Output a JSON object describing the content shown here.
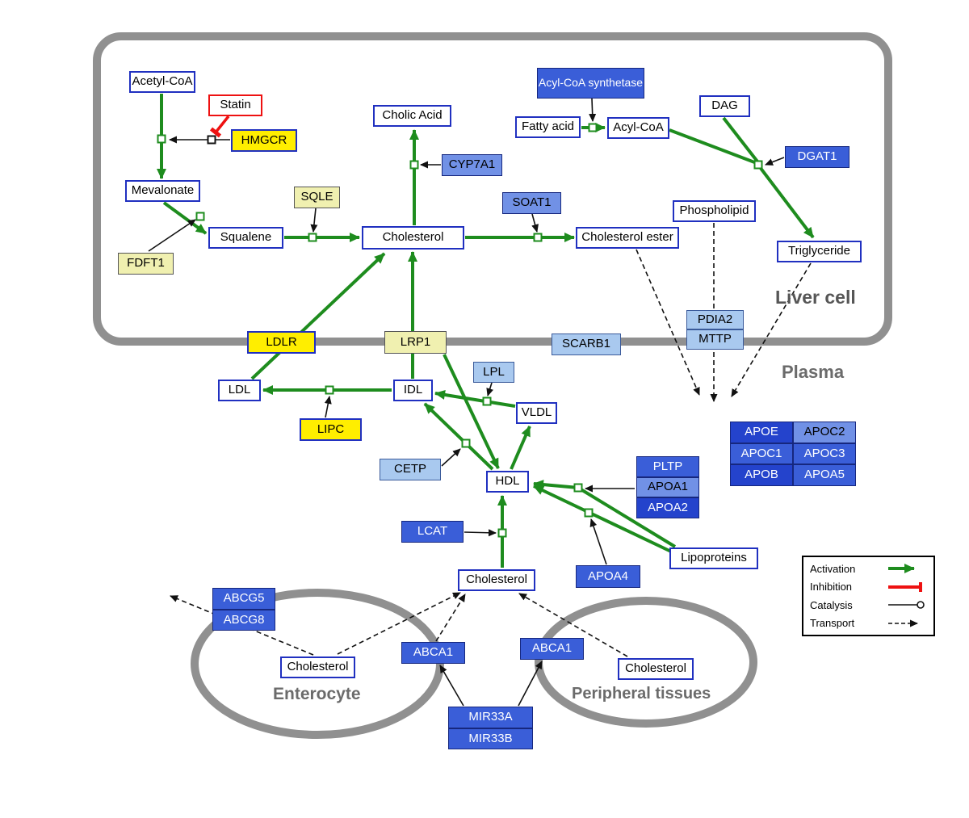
{
  "colors": {
    "activation_green": "#1e8c1e",
    "inhibition_red": "#ee1111",
    "gene_yellow": "#ffee00",
    "gene_pale_yellow": "#f0f0b0",
    "gene_blue_royal": "#3a5ed8",
    "gene_blue_dark": "#2443cc",
    "gene_blue_medium": "#7191e6",
    "gene_blue_light": "#a9c9ef",
    "metabolite_border_blue": "#2030c0",
    "compartment_gray": "#909090"
  },
  "compartments": {
    "liver_label": "Liver cell",
    "plasma_label": "Plasma",
    "enterocyte_label": "Enterocyte",
    "peripheral_label": "Peripheral tissues"
  },
  "legend": {
    "activation": "Activation",
    "inhibition": "Inhibition",
    "catalysis": "Catalysis",
    "transport": "Transport"
  },
  "nodes": {
    "acetyl_coa": "Acetyl-CoA",
    "statin": "Statin",
    "hmgcr": "HMGCR",
    "mevalonate": "Mevalonate",
    "fdft1": "FDFT1",
    "squalene": "Squalene",
    "sqle": "SQLE",
    "cholesterol_liver": "Cholesterol",
    "cholic_acid": "Cholic Acid",
    "cyp7a1": "CYP7A1",
    "soat1": "SOAT1",
    "cholesterol_ester": "Cholesterol ester",
    "acyl_coa_synthetase": "Acyl-CoA synthetase",
    "fatty_acid": "Fatty acid",
    "acyl_coa": "Acyl-CoA",
    "dag": "DAG",
    "dgat1": "DGAT1",
    "phospholipid": "Phospholipid",
    "triglyceride": "Triglyceride",
    "pdia2": "PDIA2",
    "mttp": "MTTP",
    "ldlr": "LDLR",
    "lrp1": "LRP1",
    "scarb1": "SCARB1",
    "ldl": "LDL",
    "idl": "IDL",
    "lpl": "LPL",
    "vldl": "VLDL",
    "lipc": "LIPC",
    "cetp": "CETP",
    "hdl": "HDL",
    "pltp": "PLTP",
    "apoa1": "APOA1",
    "apoa2": "APOA2",
    "apoe": "APOE",
    "apoc2": "APOC2",
    "apoc1": "APOC1",
    "apoc3": "APOC3",
    "apob": "APOB",
    "apoa5": "APOA5",
    "lcat": "LCAT",
    "apoa4": "APOA4",
    "lipoproteins": "Lipoproteins",
    "cholesterol_plasma": "Cholesterol",
    "abcg5": "ABCG5",
    "abcg8": "ABCG8",
    "cholesterol_enterocyte": "Cholesterol",
    "abca1_enterocyte": "ABCA1",
    "abca1_peripheral": "ABCA1",
    "cholesterol_peripheral": "Cholesterol",
    "mir33a": "MIR33A",
    "mir33b": "MIR33B"
  }
}
